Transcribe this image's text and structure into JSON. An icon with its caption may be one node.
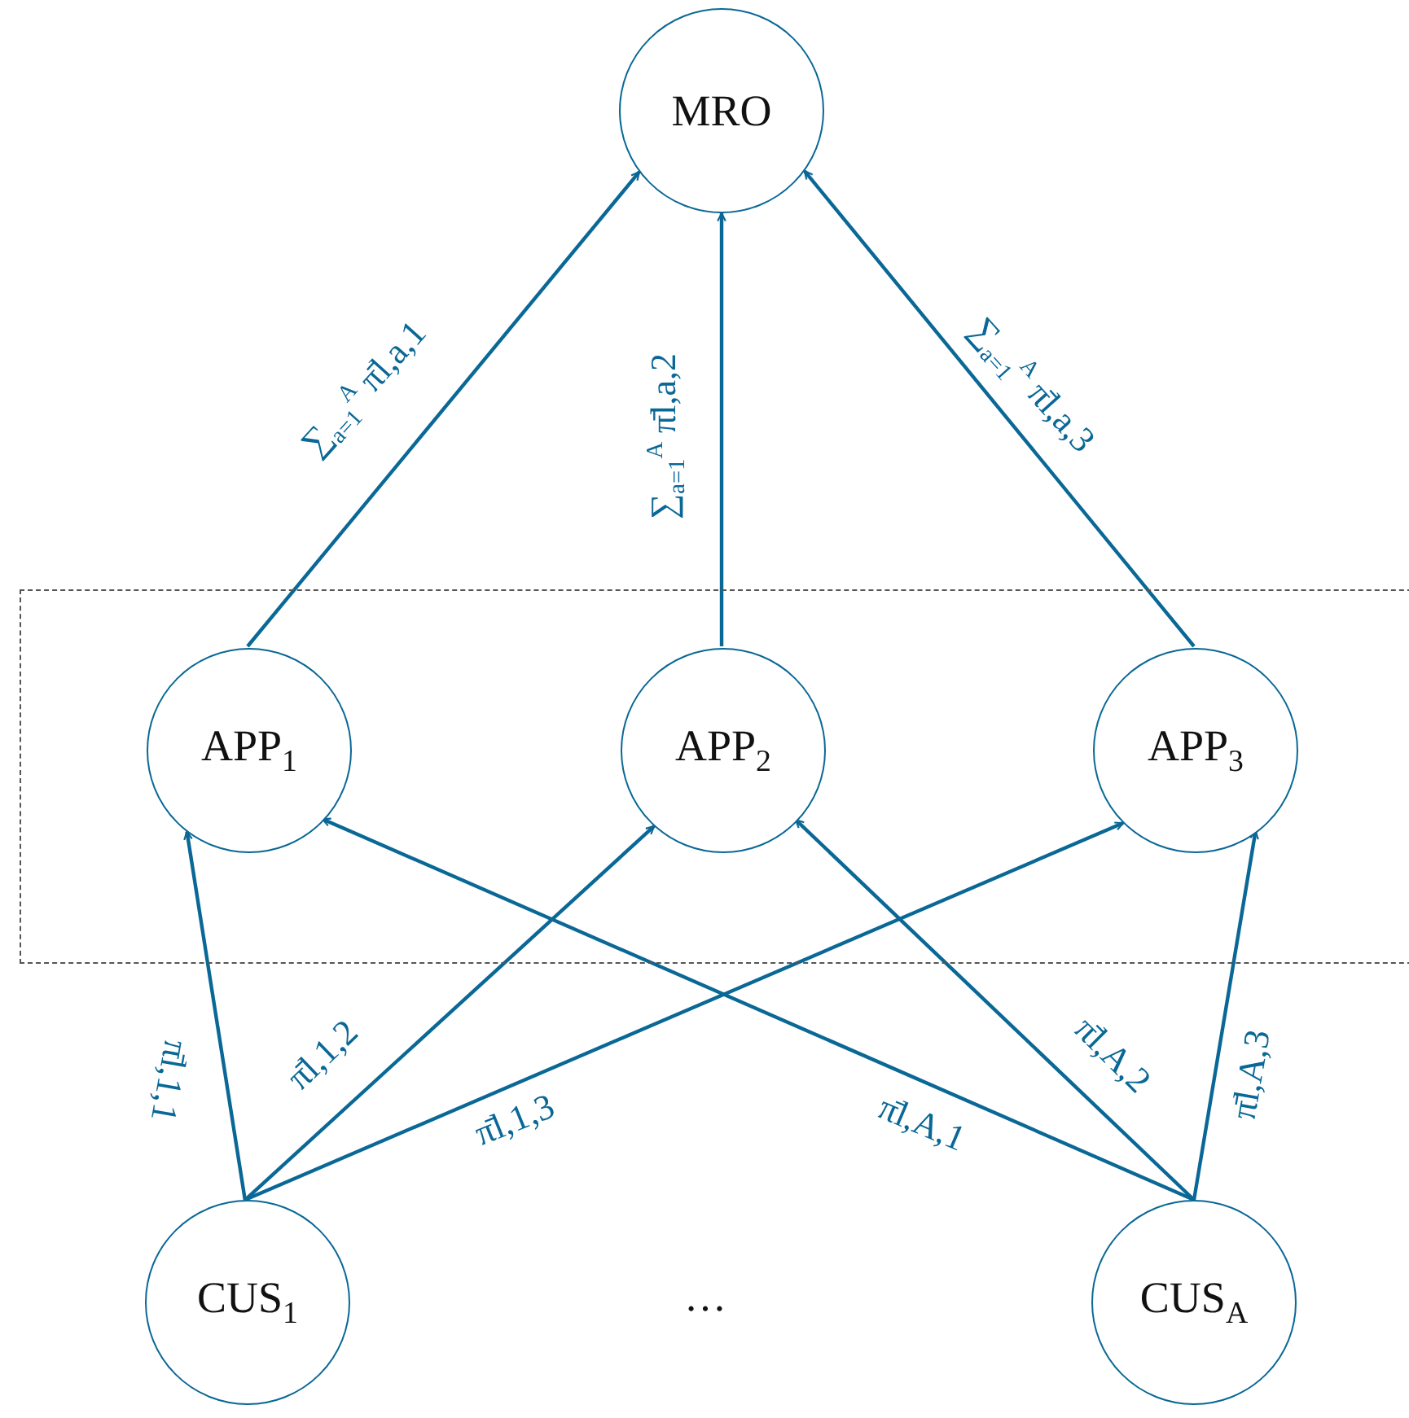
{
  "diagram": {
    "nodes": [
      {
        "text": [
          "MRO"
        ]
      },
      {
        "text": [],
        "shape": "box"
      },
      {
        "text": [
          "APP$_{1}$"
        ],
        "in": 1
      },
      {
        "text": [
          "APP$_{2}$"
        ],
        "in": 1
      },
      {
        "text": [
          "APP$_{3}$"
        ],
        "in": 1
      },
      {
        "text": [
          "CUS$_{1}$"
        ]
      },
      {
        "text": [
          "CUS$_{A}$"
        ]
      }
    ],
    "edges": [
      {
        "from": 2,
        "to": 0,
        "arrow": "to",
        "label": "∑$_{a=1}$$^{A}$ π̄l,a,1"
      },
      {
        "from": 3,
        "to": 0,
        "arrow": "to",
        "label": "∑$_{a=1}$$^{A}$ π̄l,a,2"
      },
      {
        "from": 4,
        "to": 0,
        "arrow": "to",
        "label": "∑$_{a=1}$$^{A}$ π̄l,a,3"
      },
      {
        "from": 5,
        "to": 2,
        "arrow": "to",
        "label": "π̄l,1,1"
      },
      {
        "from": 5,
        "to": 3,
        "arrow": "to",
        "label": "π̄l,1,2"
      },
      {
        "from": 5,
        "to": 4,
        "arrow": "to",
        "label": "π̄l,1,3"
      },
      {
        "from": 6,
        "to": 2,
        "arrow": "to",
        "label": "π̄l,A,1"
      },
      {
        "from": 6,
        "to": 3,
        "arrow": "to",
        "label": "π̄l,A,2"
      },
      {
        "from": 6,
        "to": 4,
        "arrow": "to",
        "label": "π̄l,A,3"
      }
    ],
    "labels": [
      "…"
    ]
  }
}
